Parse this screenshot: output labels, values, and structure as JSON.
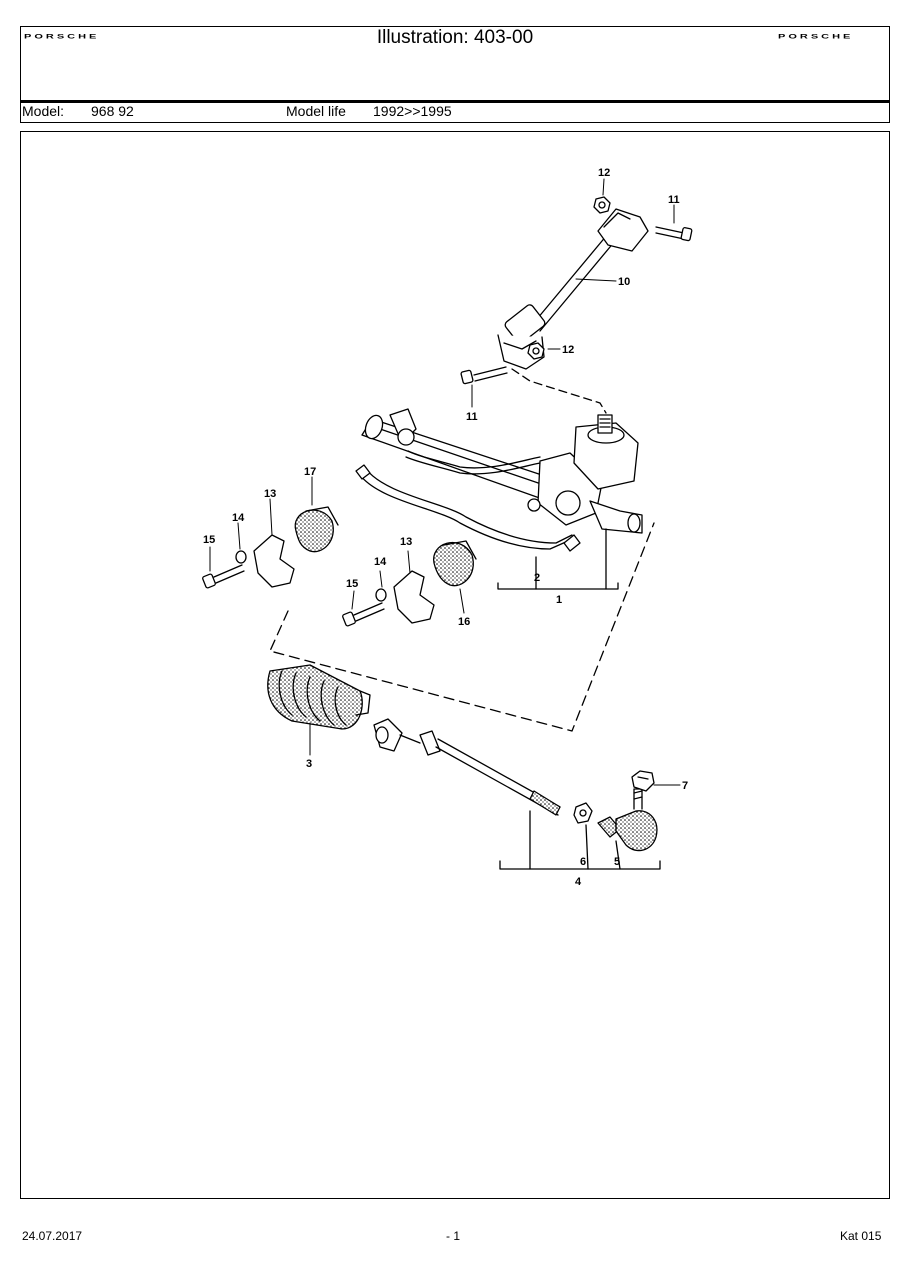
{
  "header": {
    "brand_left": "PORSCHE",
    "brand_right": "PORSCHE",
    "title": "Illustration: 403-00",
    "model_label": "Model:",
    "model_value": "968 92",
    "model_life_label": "Model life",
    "model_life_value": "1992>>1995"
  },
  "callouts": {
    "c1": "1",
    "c2": "2",
    "c3": "3",
    "c4": "4",
    "c5": "5",
    "c6": "6",
    "c7": "7",
    "c10": "10",
    "c11a": "11",
    "c11b": "11",
    "c12a": "12",
    "c12b": "12",
    "c13a": "13",
    "c13b": "13",
    "c14a": "14",
    "c14b": "14",
    "c15a": "15",
    "c15b": "15",
    "c16": "16",
    "c17": "17"
  },
  "footer": {
    "date": "24.07.2017",
    "page": "- 1",
    "catalog": "Kat 015"
  }
}
